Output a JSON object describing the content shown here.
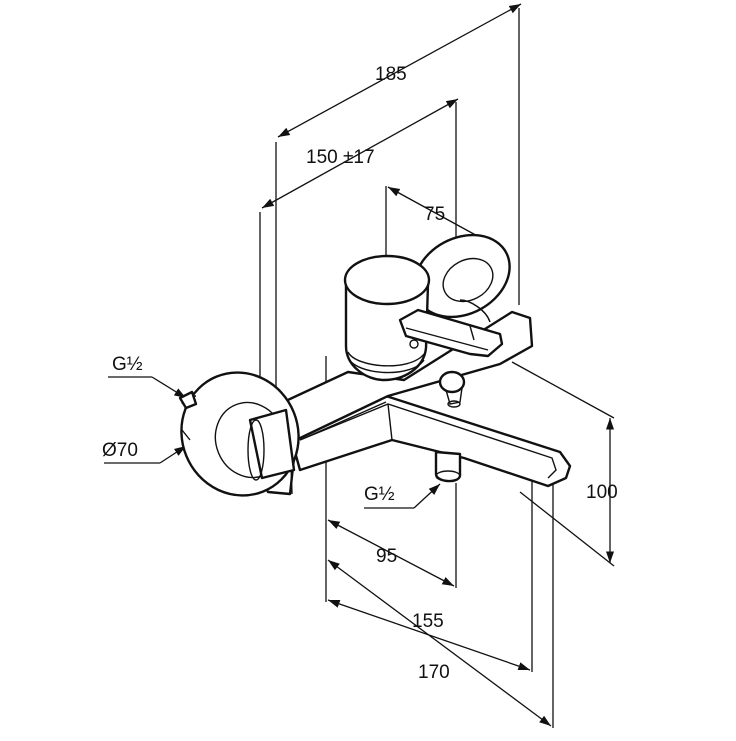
{
  "dimensions": {
    "d185": "185",
    "d150": "150 ±17",
    "d75": "75",
    "d100": "100",
    "d95": "95",
    "d155": "155",
    "d170": "170",
    "g_left": "G½",
    "dia70": "Ø70",
    "g_spout": "G½"
  },
  "colors": {
    "line": "#111111",
    "background": "#ffffff"
  }
}
